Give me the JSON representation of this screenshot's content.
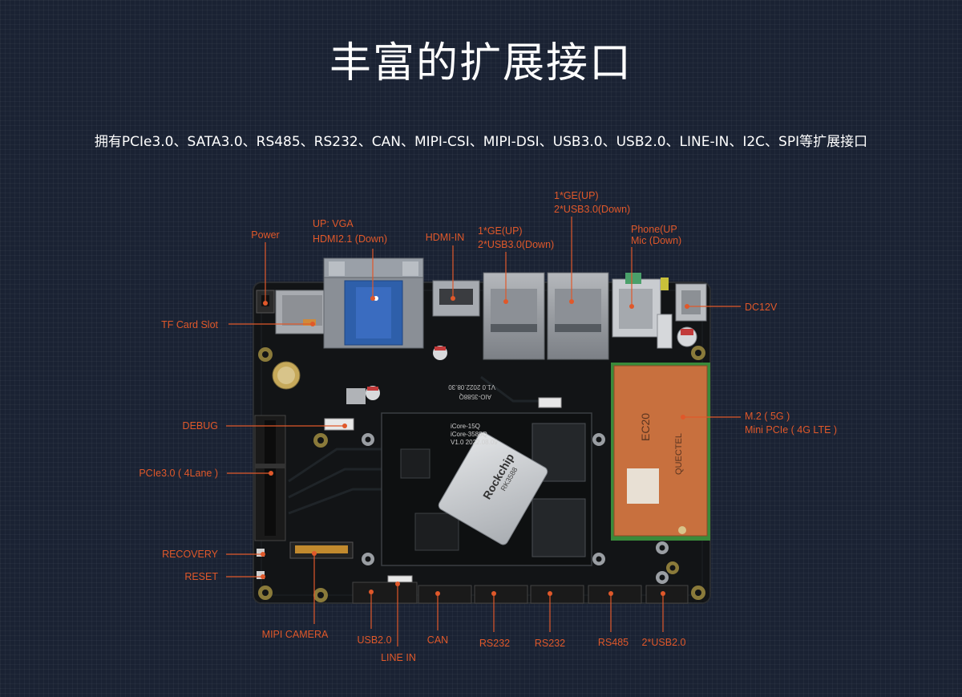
{
  "title": "丰富的扩展接口",
  "subtitle": "拥有PCIe3.0、SATA3.0、RS485、RS232、CAN、MIPI-CSI、MIPI-DSI、USB3.0、USB2.0、LINE-IN、I2C、SPI等扩展接口",
  "colors": {
    "label": "#e0582a",
    "background": "#1a2233"
  },
  "labels": {
    "power": "Power",
    "vga": "UP: VGA",
    "hdmi21": "HDMI2.1 (Down)",
    "hdmi_in": "HDMI-IN",
    "ge1": "1*GE(UP)",
    "usb3_1": "2*USB3.0(Down)",
    "ge2": "1*GE(UP)",
    "usb3_2": "2*USB3.0(Down)",
    "phone": "Phone(UP",
    "mic": "Mic (Down)",
    "dc12v": "DC12V",
    "tf": "TF Card Slot",
    "debug": "DEBUG",
    "m2": "M.2 ( 5G )",
    "minipcie": "Mini PCIe ( 4G LTE )",
    "pcie": "PCIe3.0 ( 4Lane )",
    "recovery": "RECOVERY",
    "reset": "RESET",
    "mipi": "MIPI CAMERA",
    "usb2": "USB2.0",
    "linein": "LINE IN",
    "can": "CAN",
    "rs232a": "RS232",
    "rs232b": "RS232",
    "rs485": "RS485",
    "usb2x2": "2*USB2.0"
  },
  "board": {
    "chip_brand": "Rockchip",
    "chip_model": "RK3588",
    "silk_1": "iCore-15Q",
    "silk_2": "iCore-3588Q",
    "silk_3": "V1.0 2022.08.09",
    "silk_4": "AIO-3588Q",
    "silk_5": "V1.0 2022.08.30",
    "module": "EC20",
    "module_brand": "QUECTEL"
  }
}
